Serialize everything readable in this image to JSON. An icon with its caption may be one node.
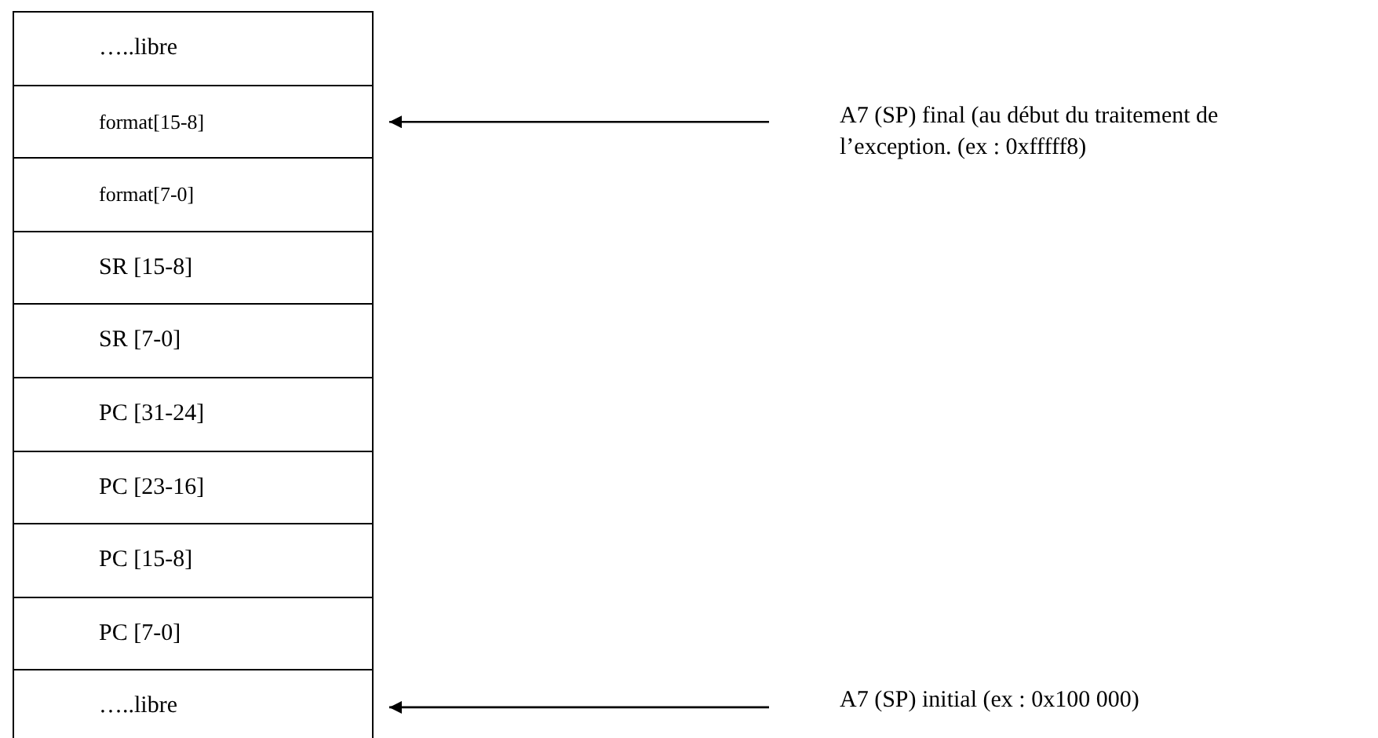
{
  "diagram": {
    "nodes": [
      {
        "text": [
          "…..libre"
        ]
      },
      {
        "text": [
          "format[15-8]"
        ]
      },
      {
        "text": [
          "format[7-0]"
        ]
      },
      {
        "text": [
          "SR [15-8]"
        ]
      },
      {
        "text": [
          "SR [7-0]"
        ]
      },
      {
        "text": [
          "PC [31-24]"
        ]
      },
      {
        "text": [
          "PC [23-16]"
        ]
      },
      {
        "text": [
          "PC [15-8]"
        ]
      },
      {
        "text": [
          "PC [7-0]"
        ]
      },
      {
        "text": [
          "…..libre"
        ]
      },
      {
        "text": [
          "A7 (SP) final (au début du traitement de l’exception. (ex : 0xfffff8)"
        ]
      },
      {
        "text": [
          "A7 (SP)  initial (ex : 0x100 000)"
        ]
      }
    ],
    "edges": [
      {
        "from": 10,
        "to": 1,
        "arrow": "to"
      },
      {
        "from": 11,
        "to": 9,
        "arrow": "to"
      }
    ]
  }
}
